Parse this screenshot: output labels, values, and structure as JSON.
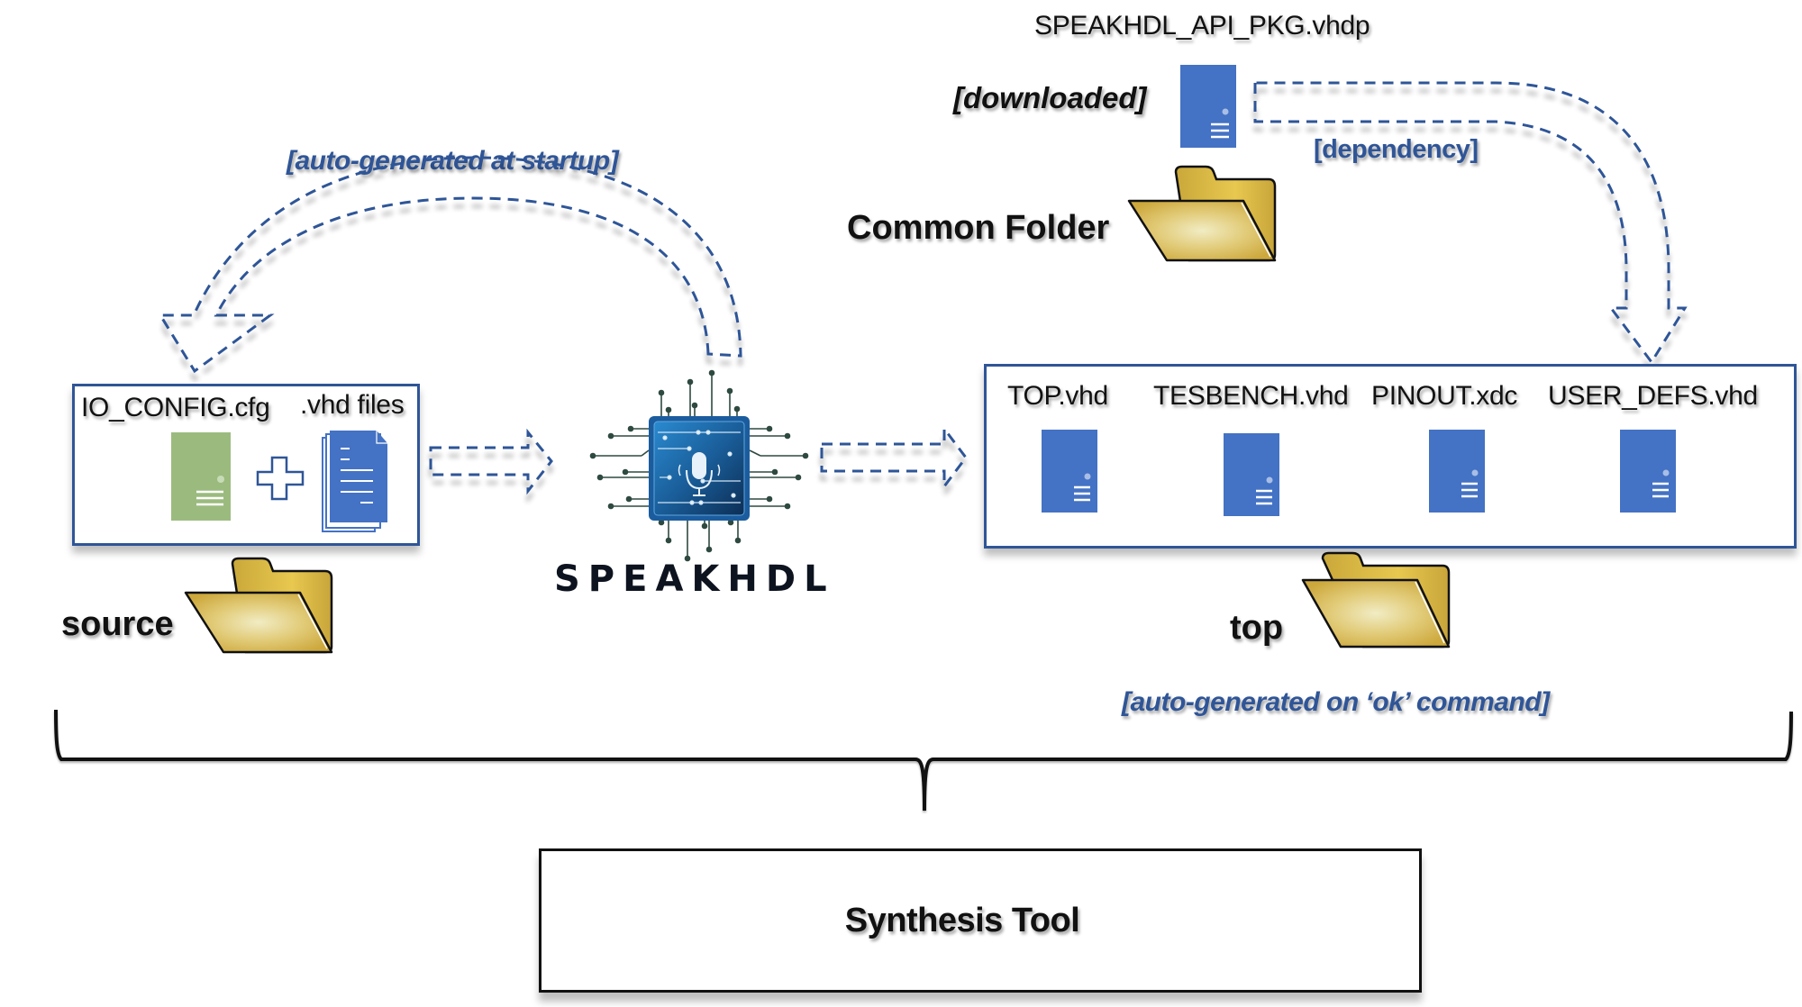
{
  "top_package": {
    "file_name": "SPEAKHDL_API_PKG.vhdp",
    "status_note": "[downloaded]",
    "folder_label": "Common Folder",
    "dependency_note": "[dependency]"
  },
  "source": {
    "startup_note": "[auto-generated at startup]",
    "config_file": "IO_CONFIG.cfg",
    "vhd_files": ".vhd files",
    "folder_label": "source"
  },
  "center": {
    "logo_text": "SPEAKHDL"
  },
  "top": {
    "files": [
      {
        "name": "TOP.vhd"
      },
      {
        "name": "TESBENCH.vhd"
      },
      {
        "name": "PINOUT.xdc"
      },
      {
        "name": "USER_DEFS.vhd"
      }
    ],
    "folder_label": "top",
    "ok_note": "[auto-generated on ‘ok’ command]"
  },
  "synthesis": {
    "label": "Synthesis Tool"
  },
  "colors": {
    "accent_blue": "#2F5597",
    "doc_blue": "#4472C4",
    "doc_green": "#9BBB7E",
    "folder_gold": "#D9B84A"
  }
}
